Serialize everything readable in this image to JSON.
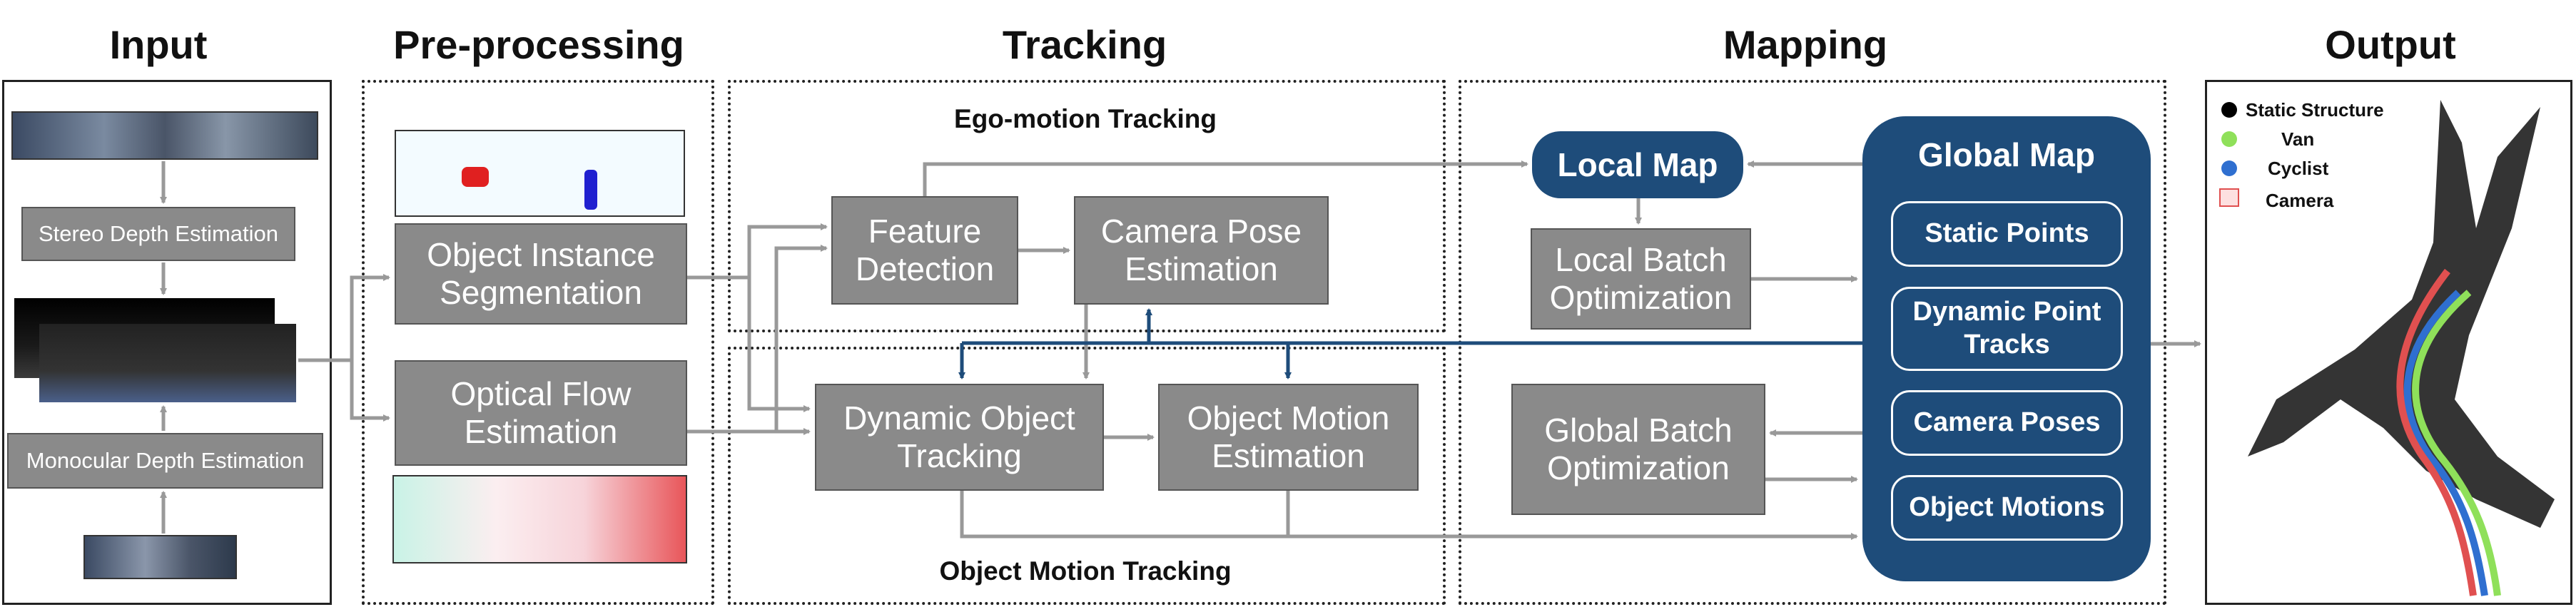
{
  "headers": {
    "input": "Input",
    "preprocessing": "Pre-processing",
    "tracking": "Tracking",
    "mapping": "Mapping",
    "output": "Output"
  },
  "input_column": {
    "stereo_depth": "Stereo Depth Estimation",
    "mono_depth": "Monocular Depth Estimation"
  },
  "preprocessing": {
    "segmentation": "Object Instance Segmentation",
    "optical_flow": "Optical Flow Estimation"
  },
  "tracking": {
    "ego_title": "Ego-motion Tracking",
    "feature_detection": "Feature Detection",
    "camera_pose": "Camera Pose Estimation",
    "object_motion_title": "Object Motion Tracking",
    "dynamic_object": "Dynamic Object Tracking",
    "object_motion": "Object Motion Estimation"
  },
  "mapping": {
    "local_map": "Local Map",
    "local_batch": "Local Batch Optimization",
    "global_batch": "Global Batch Optimization",
    "global_map": "Global Map",
    "static_points": "Static Points",
    "dynamic_tracks": "Dynamic Point Tracks",
    "camera_poses": "Camera Poses",
    "object_motions": "Object Motions"
  },
  "legend": [
    {
      "label": "Static Structure",
      "color": "#000000",
      "icon": "dot-icon"
    },
    {
      "label": "Van",
      "color": "#8fe05a",
      "icon": "dot-icon"
    },
    {
      "label": "Cyclist",
      "color": "#2f6fd0",
      "icon": "dot-icon"
    },
    {
      "label": "Camera",
      "color": "#e05050",
      "icon": "camera-icon"
    }
  ],
  "colors": {
    "gray_box": "#8a8a8a",
    "dark_blue": "#1e4c7a",
    "arrow_gray": "#999999"
  }
}
